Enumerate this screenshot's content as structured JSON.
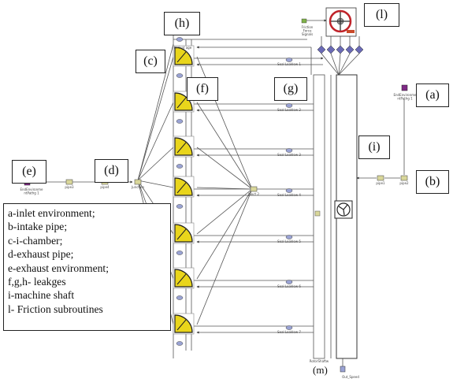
{
  "tags": {
    "a": "(a)",
    "b": "(b)",
    "c": "(c)",
    "d": "(d)",
    "e": "(e)",
    "f": "(f)",
    "g": "(g)",
    "h": "(h)",
    "i": "(i)",
    "l": "(l)",
    "m": "(m)"
  },
  "legend": {
    "items": [
      "a-inlet environment;",
      "b-intake pipe;",
      "c-i-chamber;",
      "d-exhaust pipe;",
      "e-exhaust environment;",
      "f,g,h- leakges",
      "i-machine shaft",
      "l- Friction subroutines"
    ]
  },
  "block_labels": {
    "inlet_env": "EndEnvironme\nntPathg 1",
    "pipe_b": "pipe1",
    "intake": "pipe2",
    "exhaust_pipe_1": "pipe3",
    "exhaust_pipe_2": "pipe4",
    "junction_left": "Junction",
    "junction_right": "Junct 2",
    "leak_h": "Ledeat age",
    "friction_signals": "Friction\nForce\nSignals",
    "shaft_bottom": "RotorShaftw",
    "speed": "Out_Speed"
  },
  "leak_labels": [
    "Seal Leaklow 1",
    "Seal Leaklow 2",
    "Seal Leaklow 3",
    "Seal Leaklow 4",
    "Seal Leaklow 5",
    "Seal Leaklow 6",
    "Seal Leaklow 7"
  ],
  "colors": {
    "chamber_fill": "#e9d51b",
    "pipe_fill": "#d9d79a",
    "leak_fill": "#9aa3d4",
    "env_fill": "#7f2a85",
    "friction_ring": "#c0232a",
    "line": "#555555"
  }
}
